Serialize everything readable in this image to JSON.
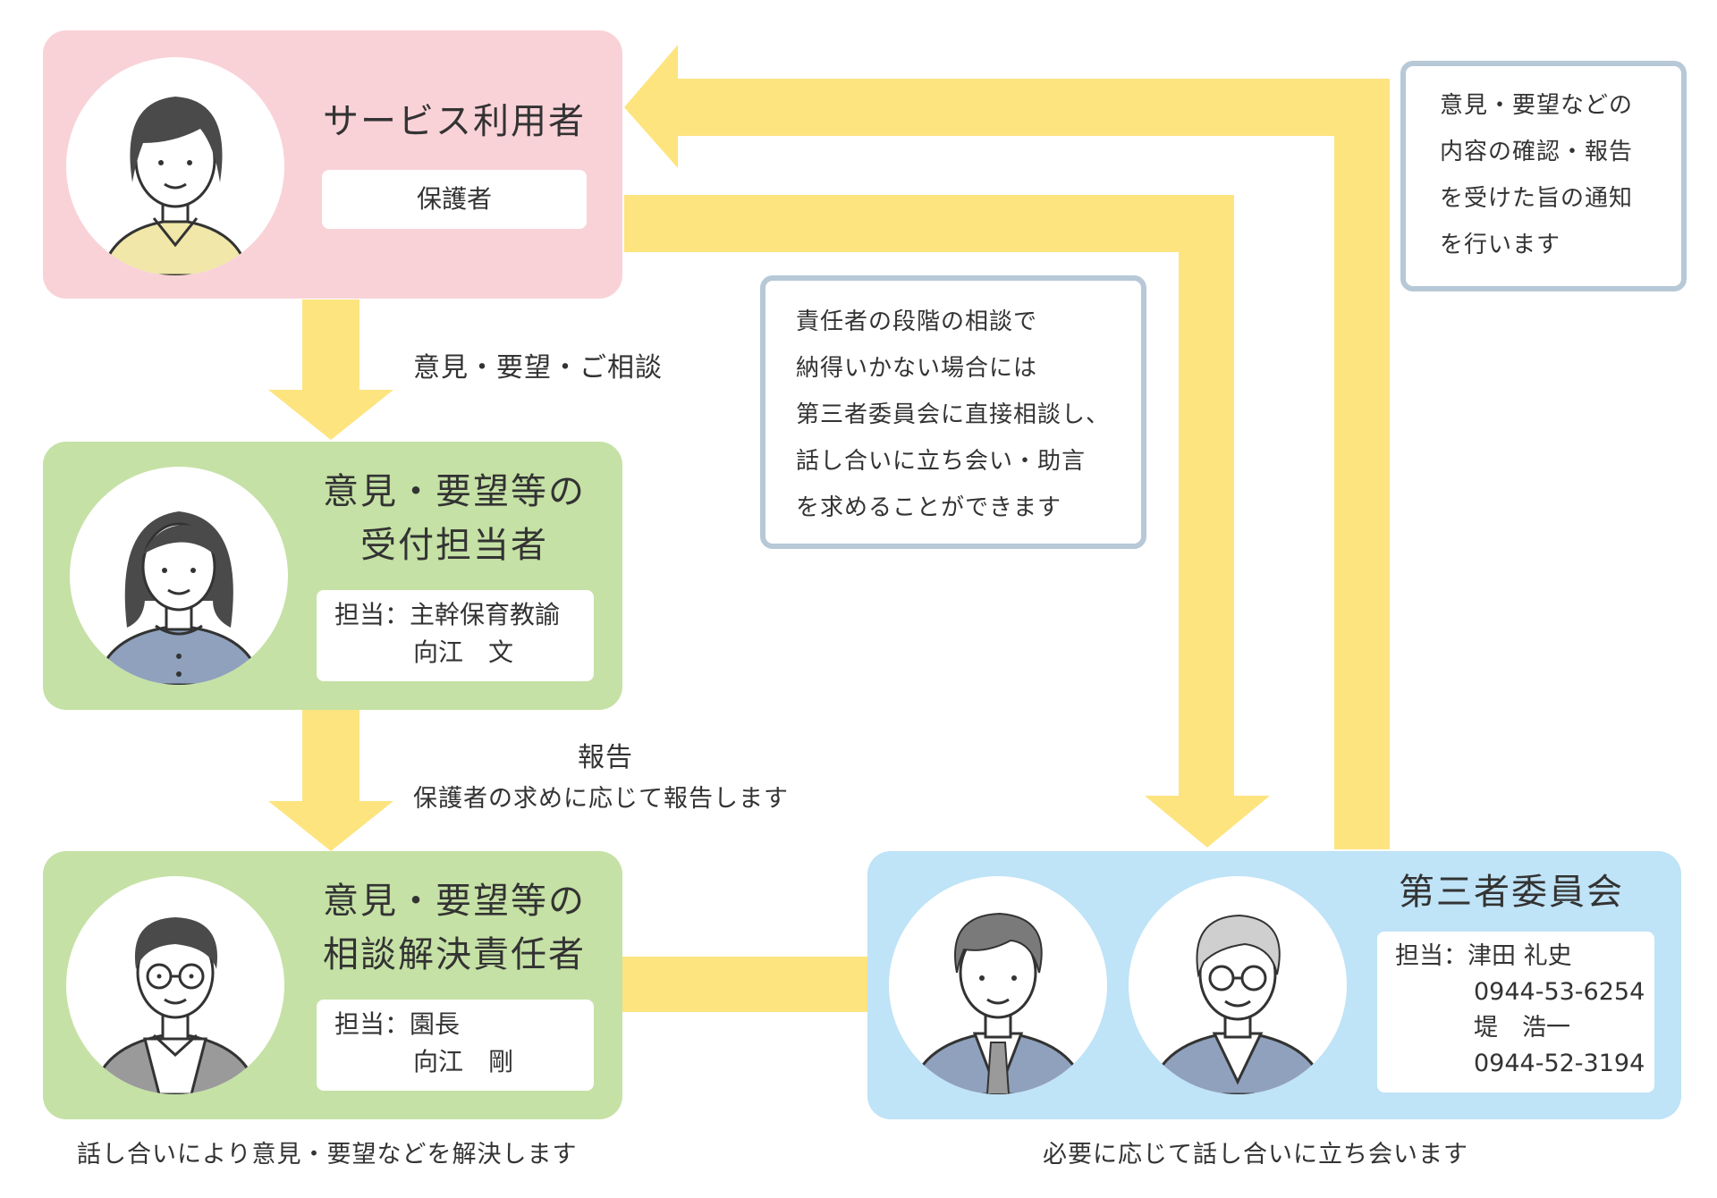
{
  "colors": {
    "arrow": "#fde47f",
    "user_card": "#f9d2d8",
    "staff_card": "#c5e1a5",
    "committee_card": "#bfe3f7",
    "note_border": "#b7c8d7",
    "hair": "#4a4a4a",
    "jacket": "#8fa1bc"
  },
  "service_user": {
    "title": "サービス利用者",
    "label": "保護者",
    "avatar_icon": "woman-avatar-icon"
  },
  "reception": {
    "title_line1": "意見・要望等の",
    "title_line2": "受付担当者",
    "role": "担当：主幹保育教諭",
    "name": "向江　文",
    "avatar_icon": "woman-avatar-icon"
  },
  "resolver": {
    "title_line1": "意見・要望等の",
    "title_line2": "相談解決責任者",
    "role": "担当：園長",
    "name": "向江　剛",
    "avatar_icon": "man-glasses-avatar-icon"
  },
  "committee": {
    "title": "第三者委員会",
    "line1": "担当：津田 礼史",
    "line2": "0944-53-6254",
    "line3": "堤　浩一",
    "line4": "0944-52-3194",
    "avatar_icons": [
      "young-man-avatar-icon",
      "older-man-glasses-avatar-icon"
    ]
  },
  "labels": {
    "opinion_request": "意見・要望・ご相談",
    "report_title": "報告",
    "report_detail": "保護者の求めに応じて報告します",
    "resolve_caption": "話し合いにより意見・要望などを解決します",
    "committee_caption": "必要に応じて話し合いに立ち会います"
  },
  "note_center": {
    "lines": [
      "責任者の段階の相談で",
      "納得いかない場合には",
      "第三者委員会に直接相談し、",
      "話し合いに立ち会い・助言",
      "を求めることができます"
    ]
  },
  "note_right": {
    "lines": [
      "意見・要望などの",
      "内容の確認・報告",
      "を受けた旨の通知",
      "を行います"
    ]
  }
}
